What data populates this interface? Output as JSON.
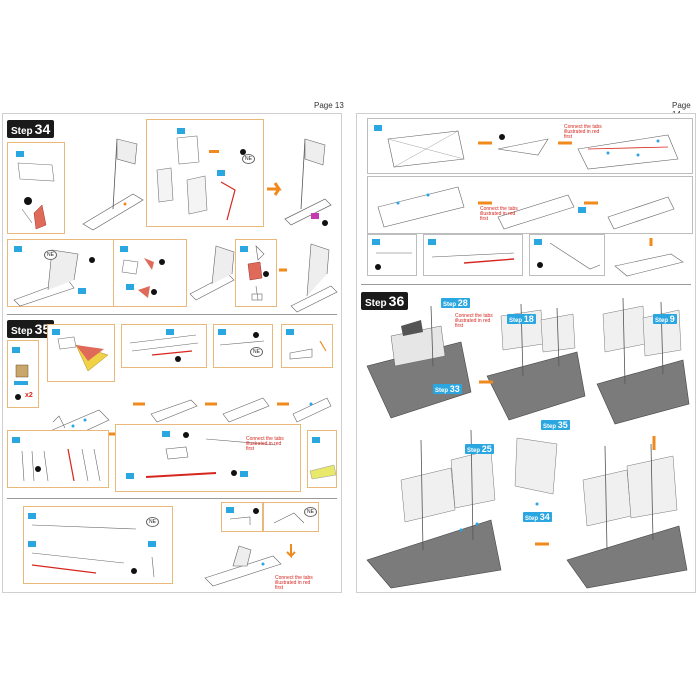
{
  "left_page": {
    "page_label": "Page 13",
    "steps": [
      {
        "word": "Step",
        "number": "34"
      },
      {
        "word": "Step",
        "number": "35"
      }
    ],
    "ne_marks": [
      "NE",
      "NE",
      "NE",
      "NE",
      "NE"
    ],
    "multiplier": "x2",
    "note_connect_1": "Connect the tabs illustrated in red first",
    "note_connect_2": "Connect the tabs illustrated in red first"
  },
  "right_page": {
    "page_label": "Page 14",
    "steps": [
      {
        "word": "Step",
        "number": "36"
      }
    ],
    "note_connect_1": "Connect the tabs illustrated in red first",
    "note_connect_2": "Connect the tabs illustrated in red first",
    "note_connect_3": "Connect the tabs illustrated in red first",
    "ref_steps": [
      {
        "word": "Step",
        "number": "28"
      },
      {
        "word": "Step",
        "number": "18"
      },
      {
        "word": "Step",
        "number": "9"
      },
      {
        "word": "Step",
        "number": "33"
      },
      {
        "word": "Step",
        "number": "35"
      },
      {
        "word": "Step",
        "number": "25"
      },
      {
        "word": "Step",
        "number": "34"
      }
    ]
  },
  "colors": {
    "accent_orange": "#f08a1c",
    "tag_blue": "#2aa6e0",
    "note_red": "#d6271e",
    "panel_border": "#e9b87a"
  }
}
